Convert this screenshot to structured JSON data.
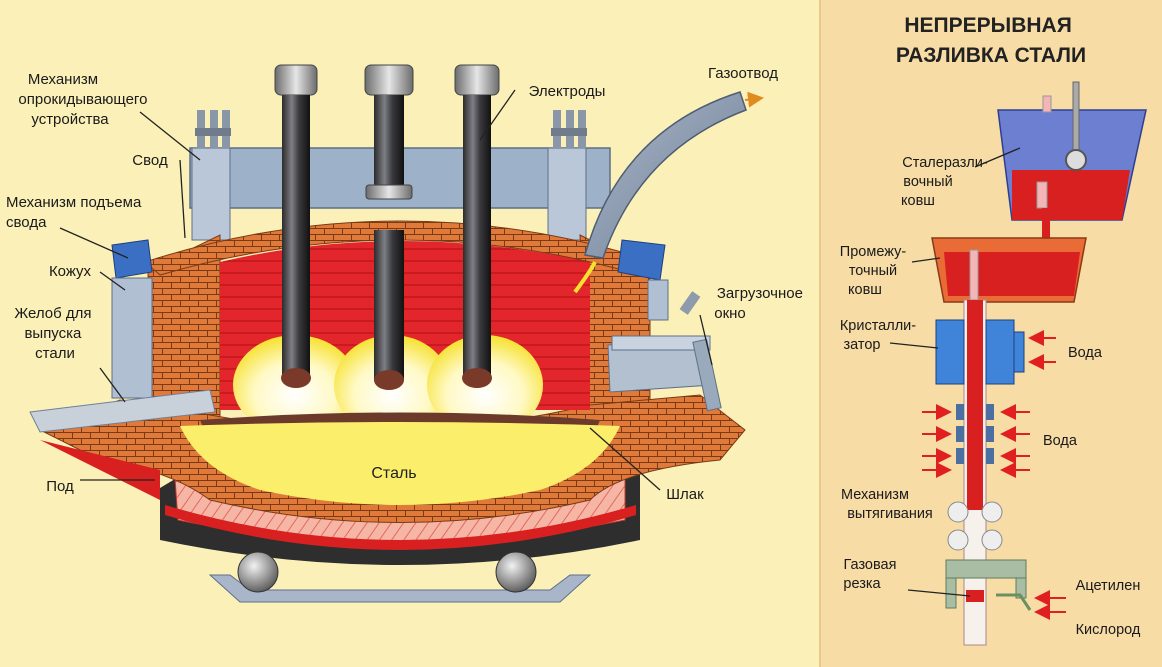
{
  "furnace": {
    "labels": {
      "tilt_mechanism": [
        "Механизм",
        "опрокидывающего",
        "устройства"
      ],
      "roof": "Свод",
      "roof_lift": [
        "Механизм подъема",
        "свода"
      ],
      "shell": "Кожух",
      "tap_spout": [
        "Желоб для",
        "выпуска",
        "стали"
      ],
      "hearth": "Под",
      "electrodes": "Электроды",
      "gas_outlet": "Газоотвод",
      "charging_door": [
        "Загрузочное",
        "окно"
      ],
      "slag": "Шлак",
      "steel": "Сталь"
    }
  },
  "casting": {
    "title": [
      "НЕПРЕРЫВНАЯ",
      "РАЗЛИВКА СТАЛИ"
    ],
    "labels": {
      "ladle": [
        "Сталеразли-",
        "вочный",
        "ковш"
      ],
      "tundish": [
        "Промежу-",
        "точный",
        "ковш"
      ],
      "mould": [
        "Кристалли-",
        "затор"
      ],
      "water_1": "Вода",
      "water_2": "Вода",
      "withdrawal": [
        "Механизм",
        "вытягивания"
      ],
      "gas_cutting": [
        "Газовая",
        "резка"
      ],
      "acetylene": "Ацетилен",
      "oxygen": "Кислород"
    }
  },
  "colors": {
    "background_left": "#fbf1b8",
    "background_right": "#f7dca6",
    "brick": "#e07a3a",
    "molten": "#e3262b",
    "steel_pool": "#fbee6a",
    "arc_glow": "#fff9c4",
    "metal_blue": "#8fa3c4",
    "ladle_blue": "#6d7fd1",
    "mould_blue": "#3f84d8",
    "arrow_red": "#e02020"
  }
}
